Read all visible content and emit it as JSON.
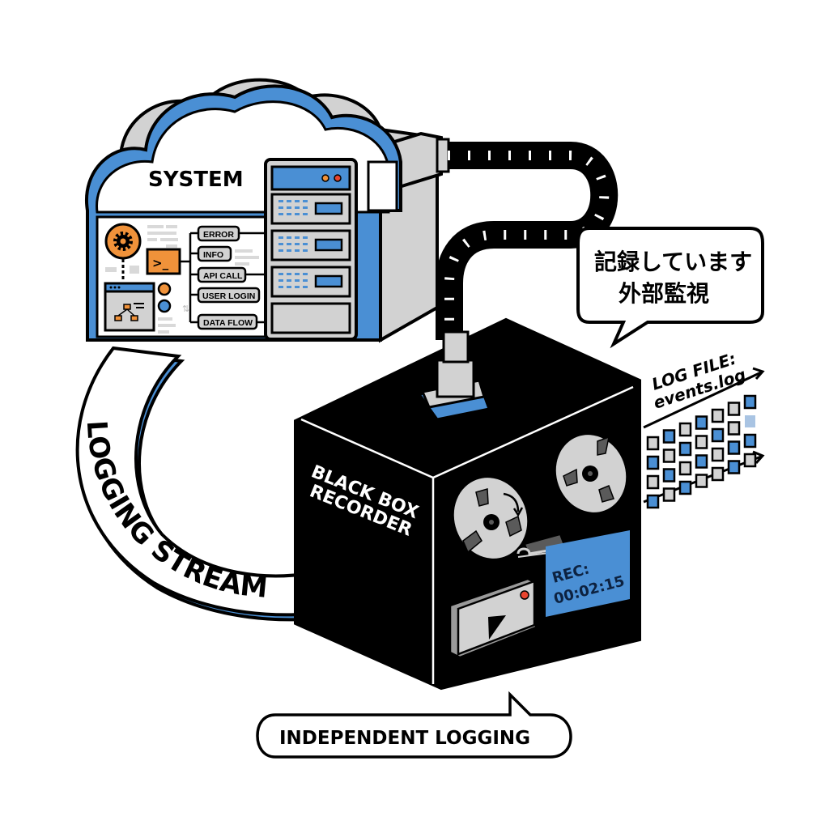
{
  "colors": {
    "accent_blue": "#4a8fd4",
    "orange": "#f0923a",
    "red": "#e8452f",
    "gray": "#d2d2d2",
    "dark_gray": "#5a5a5a",
    "black": "#000000",
    "white": "#ffffff"
  },
  "system": {
    "title": "SYSTEM",
    "log_tags": [
      "ERROR",
      "INFO",
      "API CALL",
      "USER LOGIN",
      "DATA FLOW"
    ],
    "icons": [
      "gear-icon",
      "terminal-icon",
      "window-diagram-icon"
    ],
    "terminal_prompt": ">_"
  },
  "stream": {
    "label": "LOGGING STREAM"
  },
  "recorder": {
    "label_line1": "BLACK BOX",
    "label_line2": "RECORDER",
    "display_line1": "REC:",
    "display_line2": "00:02:15"
  },
  "speech_bubble": {
    "line1": "記録しています",
    "line2": "外部監視"
  },
  "log_file": {
    "line1": "LOG FILE:",
    "line2": "events.log",
    "grid": [
      [
        "gray",
        "blue",
        "gray",
        "blue",
        "gray",
        "gray",
        "blue"
      ],
      [
        "blue",
        "gray",
        "blue",
        "gray",
        "blue",
        "gray",
        "light"
      ],
      [
        "gray",
        "blue",
        "gray",
        "blue",
        "gray",
        "blue",
        "blue"
      ],
      [
        "blue",
        "gray",
        "blue",
        "gray",
        "gray",
        "blue",
        "gray"
      ]
    ]
  },
  "footer": {
    "label": "INDEPENDENT LOGGING"
  }
}
